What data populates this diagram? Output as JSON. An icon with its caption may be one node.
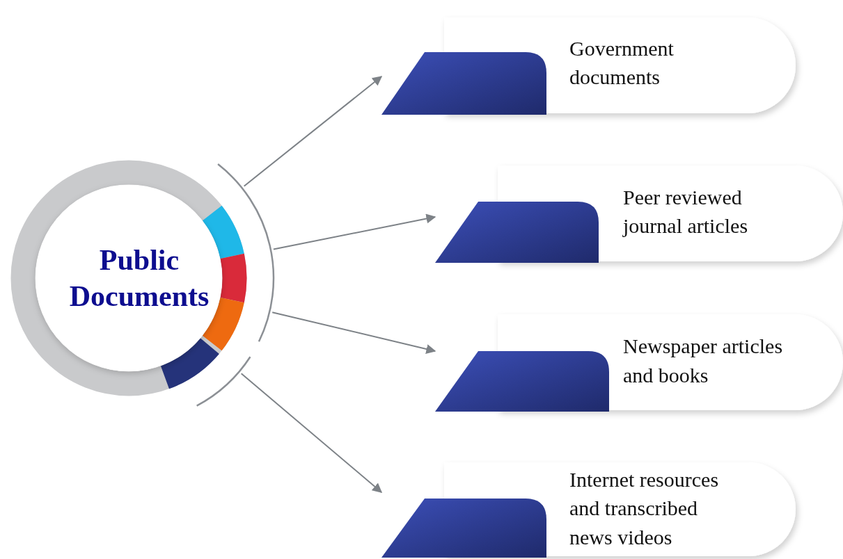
{
  "diagram": {
    "nodes": [
      {
        "text": [
          "Public Documents"
        ]
      },
      {
        "text": [
          "Government documents"
        ]
      },
      {
        "text": [
          "Peer reviewed journal articles"
        ]
      },
      {
        "text": [
          "Newspaper articles and books"
        ]
      },
      {
        "text": [
          "Internet resources and transcribed news videos"
        ]
      }
    ],
    "edges": [
      {
        "from": 0,
        "to": 1,
        "arrow": "to"
      },
      {
        "from": 0,
        "to": 2,
        "arrow": "to"
      },
      {
        "from": 0,
        "to": 3,
        "arrow": "to"
      },
      {
        "from": 0,
        "to": 4,
        "arrow": "to"
      }
    ]
  }
}
